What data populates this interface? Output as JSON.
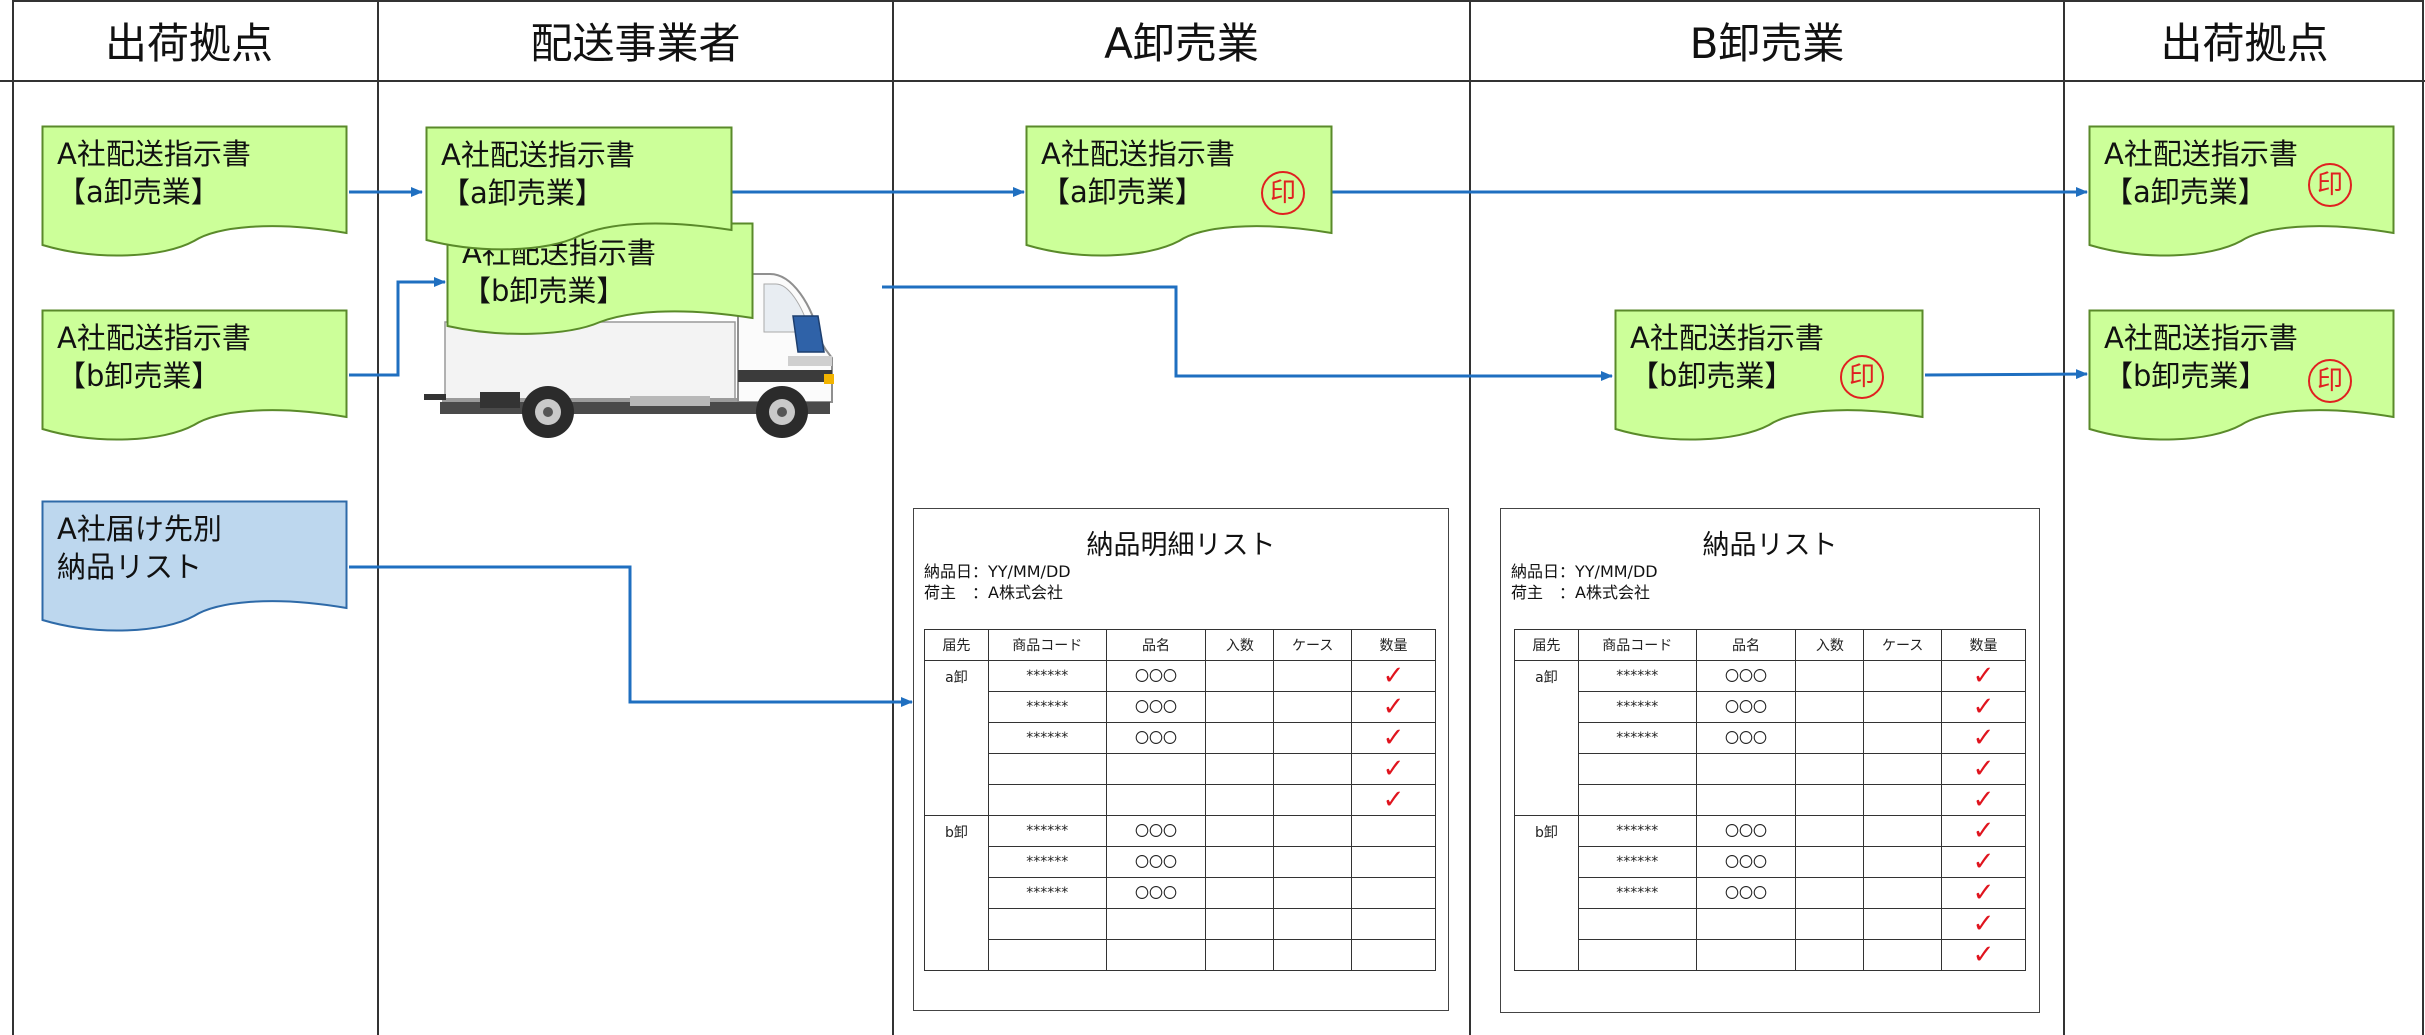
{
  "lanes": [
    {
      "name": "出荷拠点"
    },
    {
      "name": "配送事業者"
    },
    {
      "name": "A卸売業"
    },
    {
      "name": "B卸売業"
    },
    {
      "name": "出荷拠点"
    }
  ],
  "docs": {
    "origin_a": {
      "line1": "A社配送指示書",
      "line2": "【a卸売業】"
    },
    "origin_b": {
      "line1": "A社配送指示書",
      "line2": "【b卸売業】"
    },
    "truck_a": {
      "line1": "A社配送指示書",
      "line2": "【a卸売業】"
    },
    "truck_b": {
      "line1": "A社配送指示書",
      "line2": "【b卸売業】"
    },
    "wholesale_a": {
      "line1": "A社配送指示書",
      "line2": "【a卸売業】"
    },
    "wholesale_b": {
      "line1": "A社配送指示書",
      "line2": "【b卸売業】"
    },
    "return_a": {
      "line1": "A社配送指示書",
      "line2": "【a卸売業】"
    },
    "return_b": {
      "line1": "A社配送指示書",
      "line2": "【b卸売業】"
    },
    "delivery_list": {
      "line1": "A社届け先別",
      "line2": "納品リスト"
    }
  },
  "stamp_char": "印",
  "list_a": {
    "title": "納品明細リスト",
    "meta_date": "納品日：YY/MM/DD",
    "meta_owner": "荷主　：A株式会社",
    "headers": [
      "届先",
      "商品コード",
      "品名",
      "入数",
      "ケース",
      "数量"
    ],
    "groups": [
      {
        "dest": "a卸",
        "rows": [
          {
            "code": "******",
            "name": "〇〇〇",
            "check": "✓"
          },
          {
            "code": "******",
            "name": "〇〇〇",
            "check": "✓"
          },
          {
            "code": "******",
            "name": "〇〇〇",
            "check": "✓"
          },
          {
            "code": "",
            "name": "",
            "check": "✓"
          },
          {
            "code": "",
            "name": "",
            "check": "✓"
          }
        ]
      },
      {
        "dest": "b卸",
        "rows": [
          {
            "code": "******",
            "name": "〇〇〇",
            "check": ""
          },
          {
            "code": "******",
            "name": "〇〇〇",
            "check": ""
          },
          {
            "code": "******",
            "name": "〇〇〇",
            "check": ""
          },
          {
            "code": "",
            "name": "",
            "check": ""
          },
          {
            "code": "",
            "name": "",
            "check": ""
          }
        ]
      }
    ]
  },
  "list_b": {
    "title": "納品リスト",
    "meta_date": "納品日：YY/MM/DD",
    "meta_owner": "荷主　：A株式会社",
    "headers": [
      "届先",
      "商品コード",
      "品名",
      "入数",
      "ケース",
      "数量"
    ],
    "groups": [
      {
        "dest": "a卸",
        "rows": [
          {
            "code": "******",
            "name": "〇〇〇",
            "check": "✓"
          },
          {
            "code": "******",
            "name": "〇〇〇",
            "check": "✓"
          },
          {
            "code": "******",
            "name": "〇〇〇",
            "check": "✓"
          },
          {
            "code": "",
            "name": "",
            "check": "✓"
          },
          {
            "code": "",
            "name": "",
            "check": "✓"
          }
        ]
      },
      {
        "dest": "b卸",
        "rows": [
          {
            "code": "******",
            "name": "〇〇〇",
            "check": "✓"
          },
          {
            "code": "******",
            "name": "〇〇〇",
            "check": "✓"
          },
          {
            "code": "******",
            "name": "〇〇〇",
            "check": "✓"
          },
          {
            "code": "",
            "name": "",
            "check": "✓"
          },
          {
            "code": "",
            "name": "",
            "check": "✓"
          }
        ]
      }
    ]
  },
  "colors": {
    "doc_fill": "#ccff99",
    "doc_stroke": "#5a8a2a",
    "list_doc_fill": "#bdd7ee",
    "list_doc_stroke": "#2e6aa8",
    "arrow": "#1f6fc0",
    "stamp": "#e02020",
    "check": "#e0141e"
  }
}
